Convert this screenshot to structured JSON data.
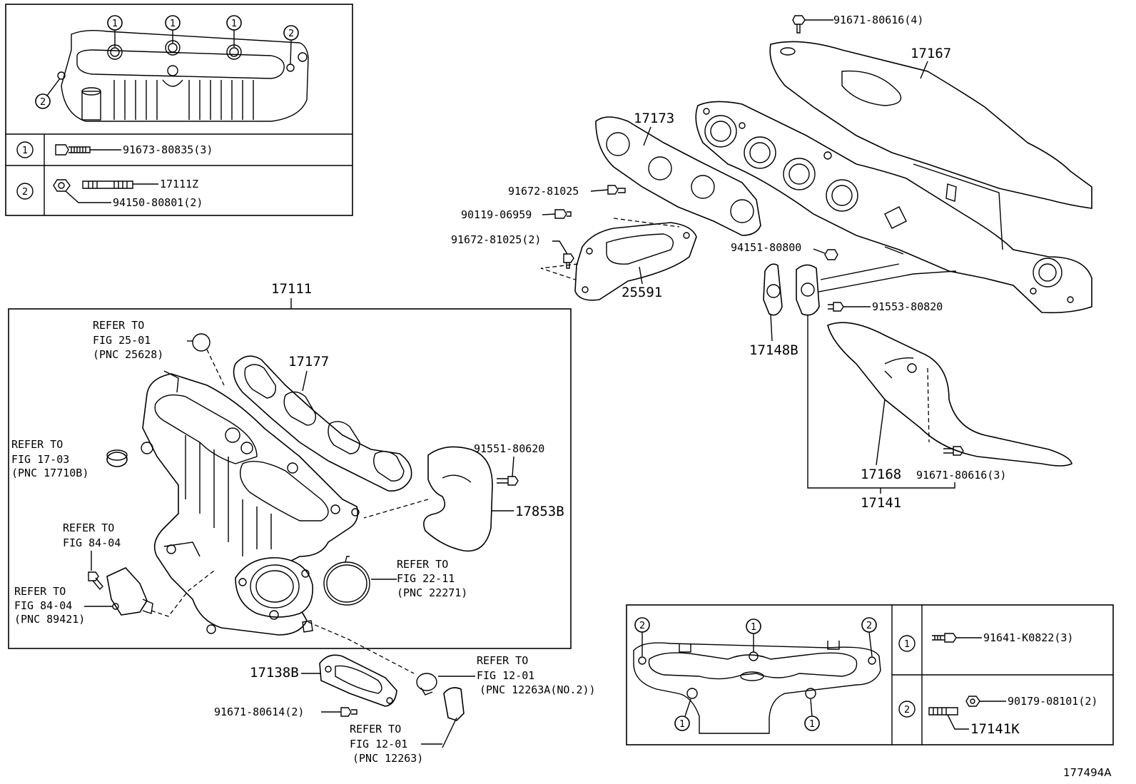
{
  "diagram": {
    "figure_id": "177494A",
    "top_legend": {
      "row1": {
        "index": "1",
        "part": "91673-80835(3)"
      },
      "row2": {
        "index": "2",
        "part_a": "17111Z",
        "part_b": "94150-80801(2)"
      }
    },
    "bottom_legend": {
      "row1": {
        "index": "1",
        "part": "91641-K0822(3)"
      },
      "row2": {
        "index": "2",
        "part_a": "90179-08101(2)",
        "part_b": "17141K"
      }
    },
    "markers": {
      "one": "1",
      "two": "2"
    },
    "labels": {
      "p91671_80616_4": "91671-80616(4)",
      "p17167": "17167",
      "p17173": "17173",
      "p91672_81025": "91672-81025",
      "p90119_06959": "90119-06959",
      "p91672_81025_2": "91672-81025(2)",
      "p94151_80800": "94151-80800",
      "p25591": "25591",
      "p91553_80820": "91553-80820",
      "p17148B": "17148B",
      "p17168": "17168",
      "p91671_80616_3": "91671-80616(3)",
      "p17141": "17141",
      "p17111": "17111",
      "p17177": "17177",
      "p91551_80620": "91551-80620",
      "p17853B": "17853B",
      "p17138B": "17138B",
      "p91671_80614_2": "91671-80614(2)"
    },
    "refs": {
      "r1": {
        "line1": "REFER TO",
        "line2": "FIG 25-01",
        "line3": "(PNC 25628)"
      },
      "r2": {
        "line1": "REFER TO",
        "line2": "FIG 17-03",
        "line3": "(PNC 17710B)"
      },
      "r3": {
        "line1": "REFER TO",
        "line2": "FIG 84-04"
      },
      "r4": {
        "line1": "REFER TO",
        "line2": "FIG 84-04",
        "line3": "(PNC 89421)"
      },
      "r5": {
        "line1": "REFER TO",
        "line2": "FIG 22-11",
        "line3": "(PNC 22271)"
      },
      "r6": {
        "line1": "REFER TO",
        "line2": "FIG 12-01",
        "line3": "(PNC 12263A(NO.2))"
      },
      "r7": {
        "line1": "REFER TO",
        "line2": "FIG 12-01",
        "line3": "(PNC 12263)"
      }
    }
  }
}
